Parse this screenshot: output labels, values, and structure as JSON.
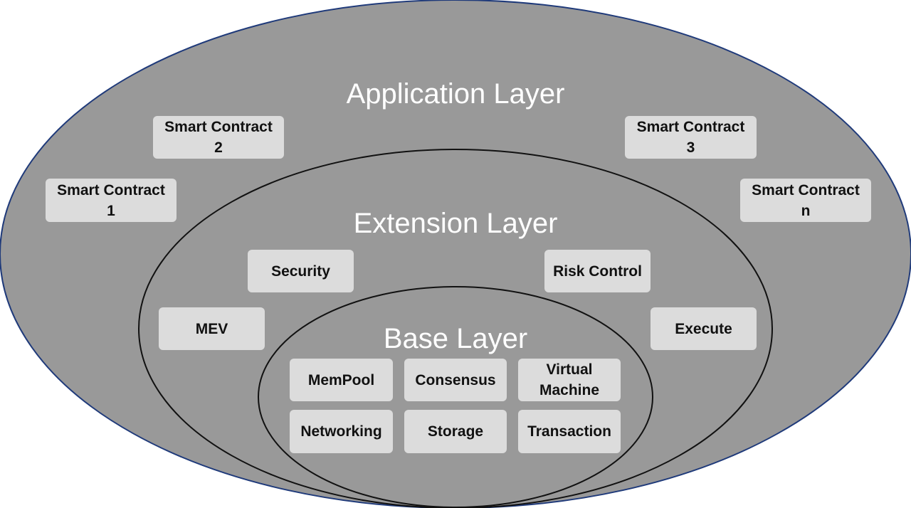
{
  "application_layer": {
    "title": "Application Layer",
    "items": [
      {
        "id": "sc1",
        "label": "Smart Contract\n1"
      },
      {
        "id": "sc2",
        "label": "Smart Contract\n2"
      },
      {
        "id": "sc3",
        "label": "Smart Contract\n3"
      },
      {
        "id": "scn",
        "label": "Smart Contract\nn"
      }
    ]
  },
  "extension_layer": {
    "title": "Extension Layer",
    "items": [
      {
        "id": "security",
        "label": "Security"
      },
      {
        "id": "risk",
        "label": "Risk Control"
      },
      {
        "id": "mev",
        "label": "MEV"
      },
      {
        "id": "execute",
        "label": "Execute"
      }
    ]
  },
  "base_layer": {
    "title": "Base Layer",
    "items": [
      {
        "id": "mempool",
        "label": "MemPool"
      },
      {
        "id": "consensus",
        "label": "Consensus"
      },
      {
        "id": "vm",
        "label": "Virtual\nMachine"
      },
      {
        "id": "networking",
        "label": "Networking"
      },
      {
        "id": "storage",
        "label": "Storage"
      },
      {
        "id": "transaction",
        "label": "Transaction"
      }
    ]
  },
  "colors": {
    "outer_fill": "#999999",
    "outer_stroke": "#1f3a7a",
    "inner_stroke": "#111111",
    "box_fill": "#dcdcdc",
    "title_text": "#ffffff"
  }
}
